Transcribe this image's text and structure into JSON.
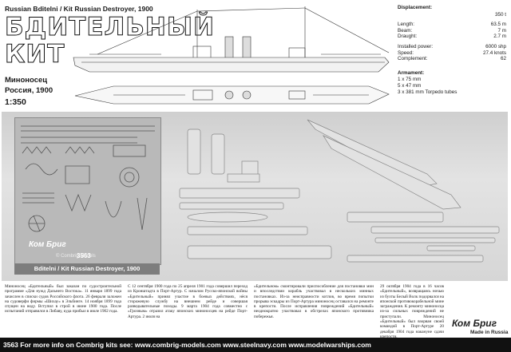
{
  "header": {
    "title": "Russian Bditelni / Kit  Russian Destroyer, 1900",
    "name_line1": "БДИТЕЛЬНЫЙ",
    "name_line2": "КИТ",
    "sub1": "Миноносец",
    "sub2": "Россия, 1900",
    "scale": "1:350"
  },
  "specs": {
    "displacement_label": "Displacement:",
    "displacement": "350 t",
    "length_label": "Length:",
    "length": "63.5 m",
    "beam_label": "Beam:",
    "beam": "7 m",
    "draught_label": "Draught:",
    "draught": "2.7 m",
    "power_label": "Installed power:",
    "power": "6000 shp",
    "speed_label": "Speed:",
    "speed": "27.4 knots",
    "complement_label": "Complement:",
    "complement": "62",
    "armament_label": "Armament:",
    "armament": [
      "1 x 75 mm",
      "5 x 47 mm",
      "3 x 381 mm Torpedo tubes"
    ]
  },
  "photo": {
    "pe_sheet_label": "Bditelni / Kit  Russian Destroyer, 1900",
    "pe_number": "3563",
    "pe_logo": "Ком Бриг",
    "pe_credit": "© Combrig Models"
  },
  "text_columns": [
    "Миноносец «Бдительный» был заказан по судостроительной программе «Для нужд Дальнего Востока». 11 января 1899 года зачислен в списки судов Российского флота. 26 февраля заложен на судоверфи фирмы «Шихау» в Эльбинге. 14 ноября 1899 года спущен на воду. Вступил в строй в июне 1900 года. После испытаний отправился в Либаву, куда прибыл в июле 1902 года.",
    "С 12 сентября 1900 года по 25 апреля 1901 года совершил переход из Кронштадта в Порт-Артур. С началом Русско-японской войны «Бдительный» принял участие в боевых действиях, нёся сторожевую службу на внешнем рейде и совершая разведывательные походы. 9 марта 1904 года совместно с «Грозным» отразил атаку японских миноносцев на рейде Порт-Артура. 2 июля на",
    "«Бдительном» смонтировали приспособление для постановки мин и впоследствии корабль участвовал в нескольких минных постановках. Из-за неисправности котлов, во время попытки прорыва эскадры из Порт-Артура миноносец оставался на ремонте в крепости. После исправления повреждений «Бдительный» неоднократно участвовал в обстрелах японского противника побережья.",
    "29 октября 1904 года в 16 часов «Бдительный», возвращаясь ночью из бухты Белый Волк подорвался на японской противокорабельной мине заграждения. К ремонту миноносца из-за сильных повреждений не приступали. Миноносец «Бдительный» был взорван своей командой в Порт-Артуре 20 декабря 1904 года накануне сдачи крепости."
  ],
  "footer": {
    "text": "3563  For more info on Combrig kits see:  www.combrig-models.com  www.steelnavy.com  www.modelwarships.com"
  },
  "brand": {
    "name": "Ком Бриг",
    "made": "Made in Russia"
  }
}
